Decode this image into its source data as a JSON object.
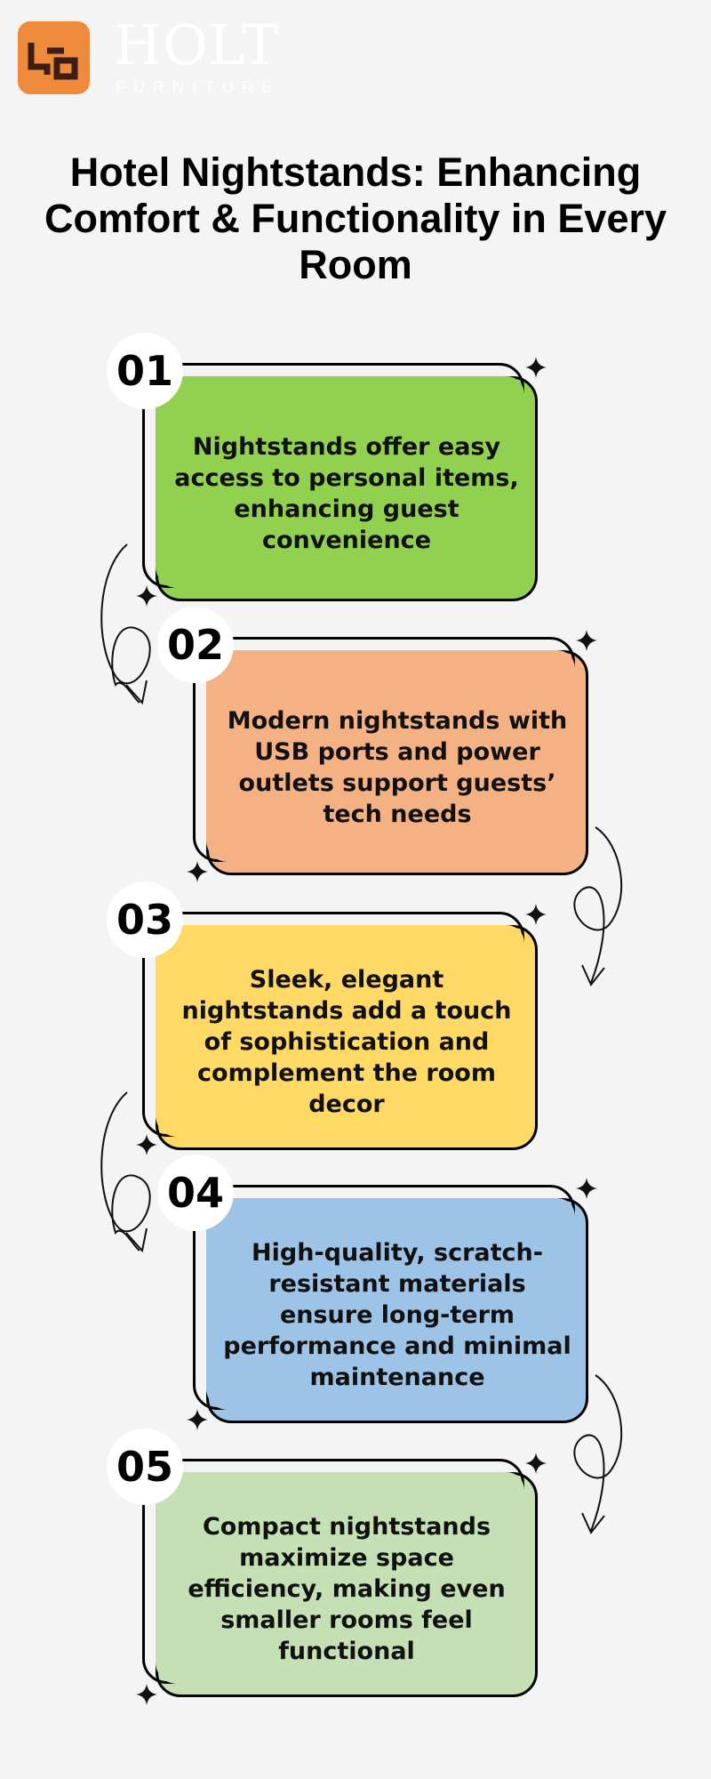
{
  "brand": {
    "name": "HOLT",
    "tagline": "FURNITURE"
  },
  "title": "Hotel Nightstands: Enhancing Comfort & Functionality in Every Room",
  "colors": {
    "logo": "#ef8a3c",
    "card1": "#92d050",
    "card2": "#f4b183",
    "card3": "#ffd966",
    "card4": "#9dc3e6",
    "card5": "#c5e0b4"
  },
  "cards": [
    {
      "number": "01",
      "text": "Nightstands offer easy access to personal items, enhancing guest convenience"
    },
    {
      "number": "02",
      "text": "Modern nightstands with USB ports and power outlets support guests’ tech needs"
    },
    {
      "number": "03",
      "text": "Sleek, elegant nightstands add a touch of sophistication and complement the room decor"
    },
    {
      "number": "04",
      "text": "High-quality, scratch-resistant materials ensure long-term performance and minimal maintenance"
    },
    {
      "number": "05",
      "text": "Compact nightstands maximize space efficiency, making even smaller rooms feel functional"
    }
  ]
}
